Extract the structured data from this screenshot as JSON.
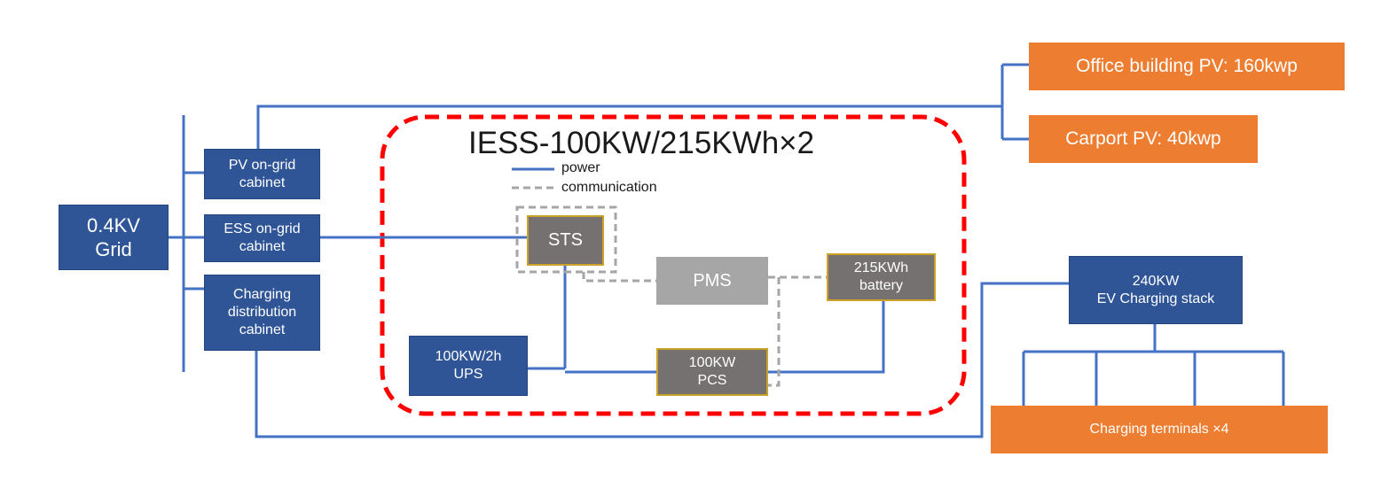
{
  "grid": {
    "label": "0.4KV\nGrid"
  },
  "cabinets": {
    "pv": "PV on-grid\ncabinet",
    "ess": "ESS on-grid\ncabinet",
    "charging": "Charging\ndistribution\ncabinet"
  },
  "iess": {
    "title": "IESS-100KW/215KWh×2",
    "legend": {
      "power": "power",
      "communication": "communication"
    },
    "sts": "STS",
    "pms": "PMS",
    "battery": "215KWh\nbattery",
    "pcs": "100KW\nPCS",
    "ups": "100KW/2h\nUPS"
  },
  "pv": {
    "office": "Office building PV: 160kwp",
    "carport": "Carport PV: 40kwp"
  },
  "ev": {
    "stack": "240KW\nEV Charging stack",
    "terminals": "Charging terminals ×4"
  },
  "colors": {
    "blue": "#2f5597",
    "orange": "#ed7d31",
    "dark_gray": "#767171",
    "light_gray": "#a6a6a6",
    "power_line": "#4472c4",
    "boundary": "#ff0000"
  }
}
